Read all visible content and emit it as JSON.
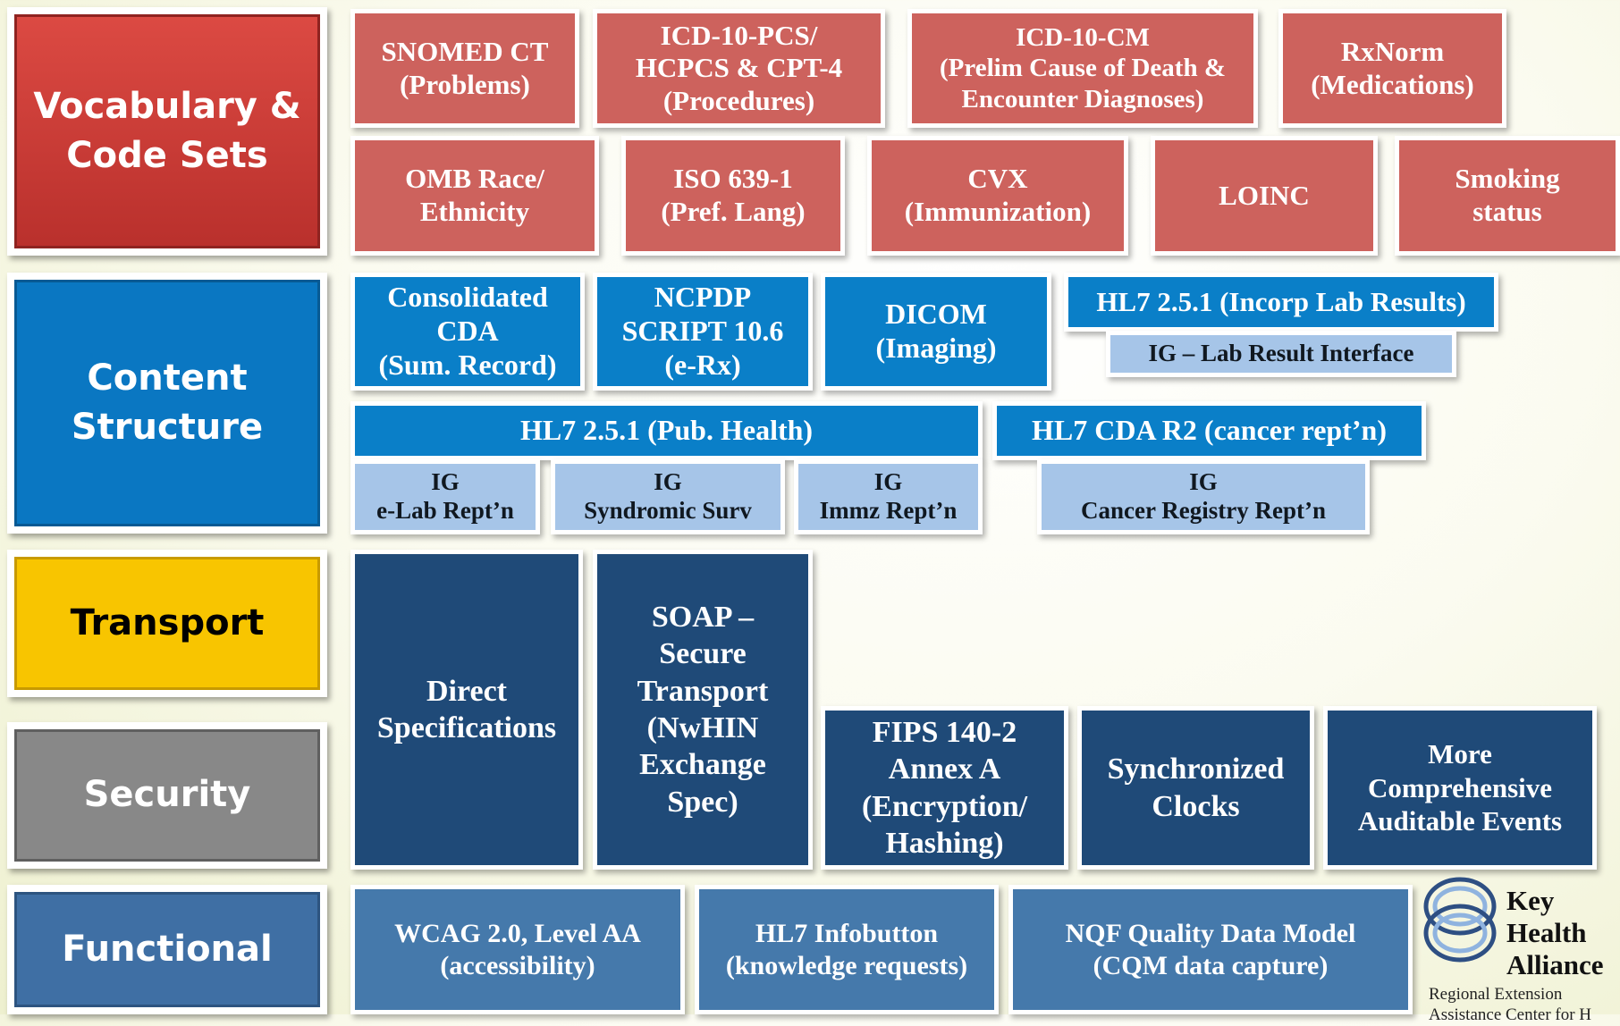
{
  "categories": {
    "vocabulary": "Vocabulary &\nCode Sets",
    "content": "Content\nStructure",
    "transport": "Transport",
    "security": "Security",
    "functional": "Functional"
  },
  "vocabulary": {
    "snomed": "SNOMED CT\n(Problems)",
    "icd10pcs": "ICD-10-PCS/\nHCPCS & CPT-4\n(Procedures)",
    "icd10cm": "ICD-10-CM\n(Prelim Cause of Death &\nEncounter Diagnoses)",
    "rxnorm": "RxNorm\n(Medications)",
    "omb": "OMB Race/\nEthnicity",
    "iso": "ISO 639-1\n(Pref. Lang)",
    "cvx": "CVX\n(Immunization)",
    "loinc": "LOINC",
    "smoking": "Smoking\nstatus"
  },
  "content": {
    "ccda": "Consolidated\nCDA\n(Sum. Record)",
    "ncpdp": "NCPDP\nSCRIPT 10.6\n(e-Rx)",
    "dicom": "DICOM\n(Imaging)",
    "hl7_lab": "HL7 2.5.1 (Incorp Lab Results)",
    "ig_lab": "IG – Lab Result Interface",
    "hl7_pub": "HL7 2.5.1 (Pub. Health)",
    "hl7_cda": "HL7 CDA R2 (cancer rept’n)",
    "ig_elab": "IG\ne-Lab Rept’n",
    "ig_syndromic": "IG\nSyndromic Surv",
    "ig_immz": "IG\nImmz Rept’n",
    "ig_cancer": "IG\nCancer Registry Rept’n"
  },
  "transport": {
    "direct": "Direct\nSpecifications",
    "soap": "SOAP –\nSecure\nTransport\n(NwHIN\nExchange\nSpec)"
  },
  "security": {
    "fips": "FIPS 140-2\nAnnex A\n(Encryption/\nHashing)",
    "clocks": "Synchronized\nClocks",
    "audit": "More\nComprehensive\nAuditable Events"
  },
  "functional": {
    "wcag": "WCAG 2.0, Level AA\n(accessibility)",
    "infobutton": "HL7 Infobutton\n(knowledge requests)",
    "nqf": "NQF Quality Data Model\n(CQM data capture)"
  },
  "logo": {
    "name": "Key\nHealth\nAlliance",
    "subtitle": "Regional Extension\nAssistance Center for H"
  },
  "colors": {
    "vocabulary": "#cd625d",
    "content": "#0a7fc8",
    "ig": "#a6c5e8",
    "transport_security": "#1f4a78",
    "functional": "#4579ab",
    "transport_category": "#f8c500",
    "security_category": "#888888"
  }
}
